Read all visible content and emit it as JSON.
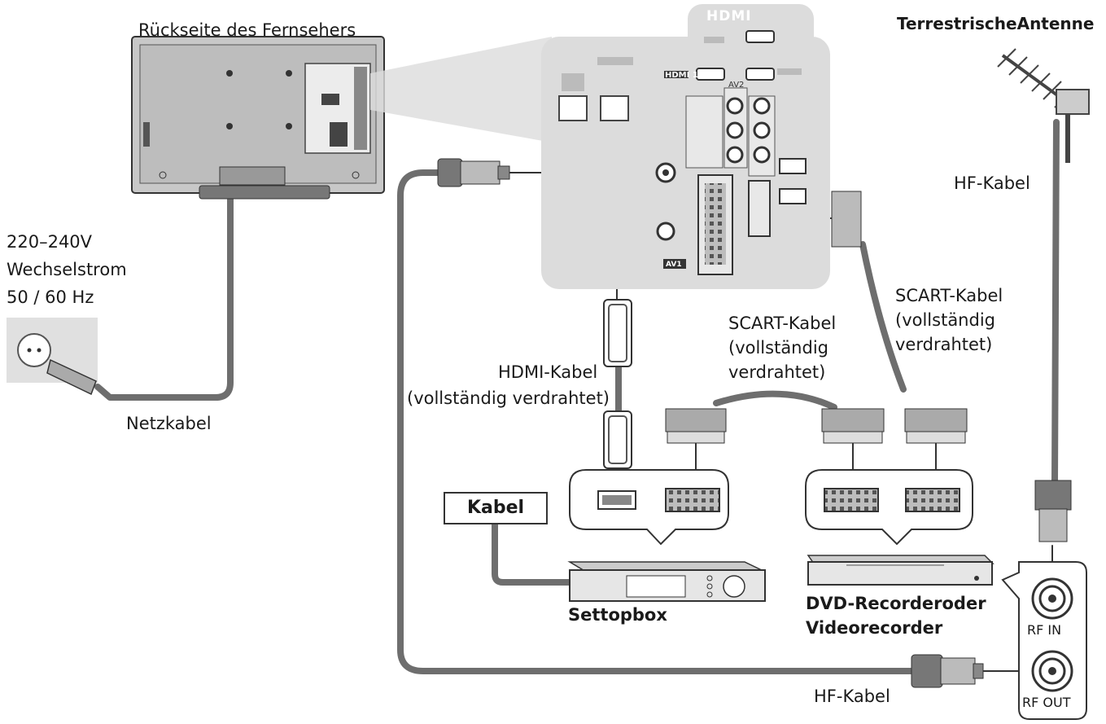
{
  "labels": {
    "tv_back": "Rückseite des Fernsehers",
    "antenna": "TerrestrischeAntenne",
    "hf_cable_top": "HF-Kabel",
    "power_line1": "220–240V",
    "power_line2": "Wechselstrom",
    "power_line3": "50 / 60 Hz",
    "power_cable": "Netzkabel",
    "scart_cable_right_line1": "SCART-Kabel",
    "scart_cable_right_line2": "(vollständig",
    "scart_cable_right_line3": "verdrahtet)",
    "scart_cable_mid_line1": "SCART-Kabel",
    "scart_cable_mid_line2": "(vollständig",
    "scart_cable_mid_line3": "verdrahtet)",
    "hdmi_cable_line1": "HDMI-Kabel",
    "hdmi_cable_line2": "(vollständig verdrahtet)",
    "cable_box": "Kabel",
    "settopbox": "Settopbox",
    "recorder_line1": "DVD-Recorderoder",
    "recorder_line2": "Videorecorder",
    "rf_in": "RF IN",
    "rf_out": "RF OUT",
    "hf_cable_bottom": "HF-Kabel"
  },
  "panel_labels": {
    "hdmi_logo": "HDMI",
    "hdmi1": "HDMI 1",
    "av1": "AV1",
    "av2": "AV2"
  },
  "colors": {
    "cable": "#6e6e6e",
    "panel": "#dcdcdc",
    "device": "#e6e6e6",
    "outline": "#333333"
  },
  "icons": [
    "tv-back-icon",
    "wall-socket-icon",
    "antenna-icon",
    "settopbox-icon",
    "dvd-recorder-icon",
    "hdmi-plug-icon",
    "scart-plug-icon",
    "rf-connector-icon",
    "coax-plug-icon"
  ]
}
